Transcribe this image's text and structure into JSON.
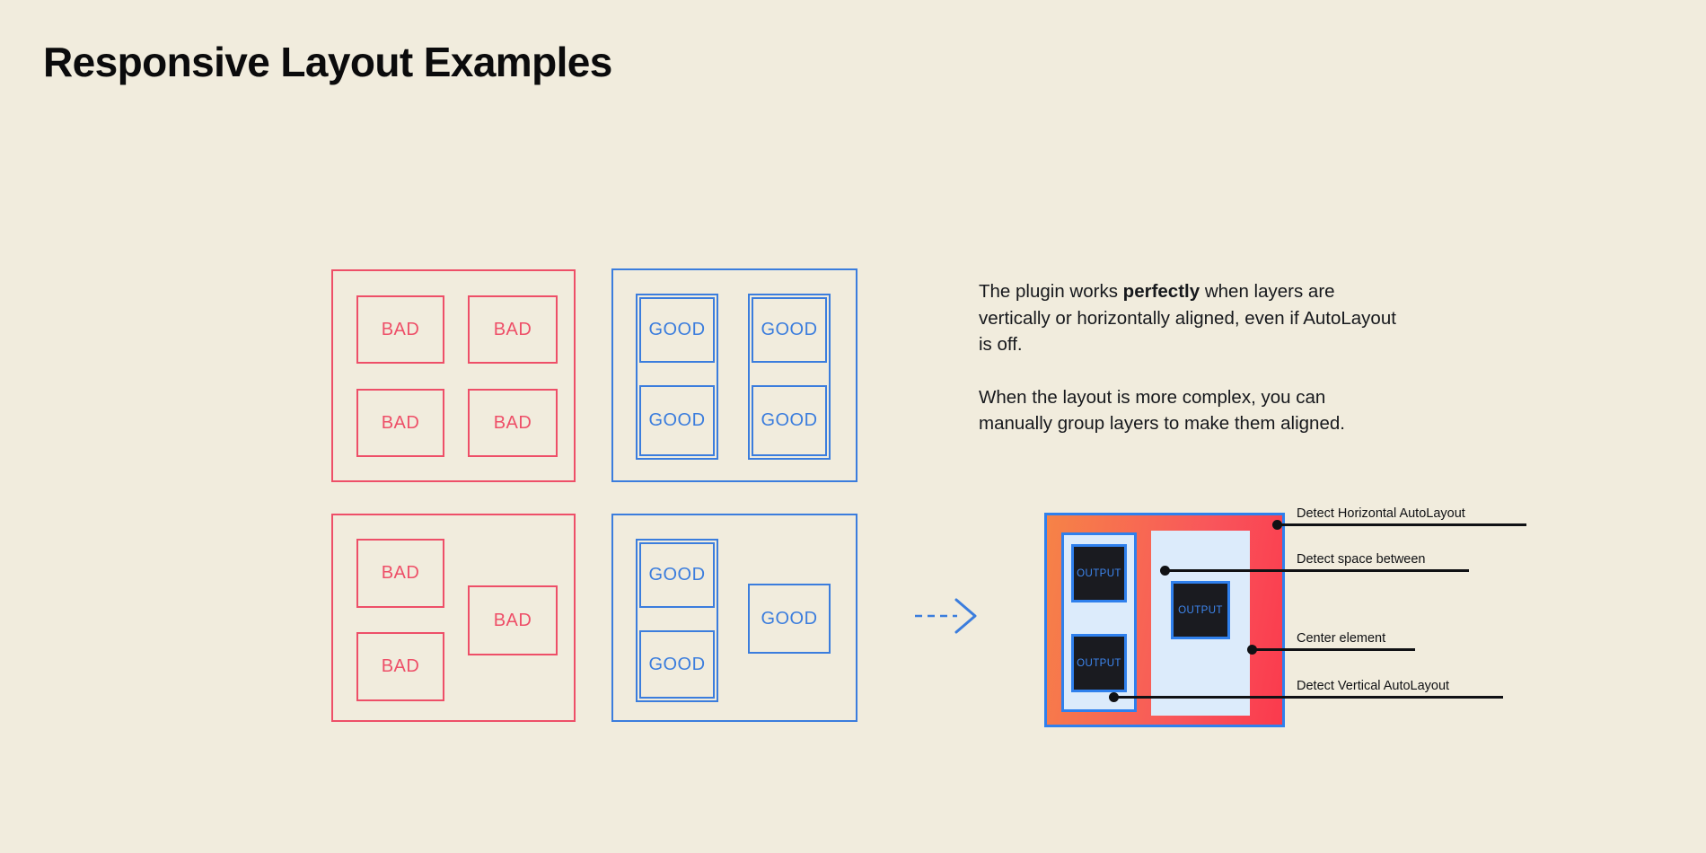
{
  "page": {
    "title": "Responsive Layout Examples",
    "background_color": "#f1ecdd",
    "title_color": "#0b0b0c"
  },
  "colors": {
    "bad": "#ee4f68",
    "good": "#3b7ddd",
    "accent_blue": "#2f80ed",
    "panel_light_blue": "#dcebfb",
    "output_bg": "#1a1b20",
    "output_text": "#3d86ef",
    "gradient_start": "#f68347",
    "gradient_end": "#fa3a4d",
    "annotation": "#101114"
  },
  "examples": {
    "bad_label": "BAD",
    "good_label": "GOOD",
    "panels": [
      {
        "name": "bad-grid-panel",
        "kind": "bad",
        "cells": [
          "BAD",
          "BAD",
          "BAD",
          "BAD"
        ]
      },
      {
        "name": "good-grid-panel",
        "kind": "good",
        "cells": [
          "GOOD",
          "GOOD",
          "GOOD",
          "GOOD"
        ]
      },
      {
        "name": "bad-complex-panel",
        "kind": "bad",
        "cells": [
          "BAD",
          "BAD",
          "BAD"
        ]
      },
      {
        "name": "good-complex-panel",
        "kind": "good",
        "cells": [
          "GOOD",
          "GOOD",
          "GOOD"
        ]
      }
    ]
  },
  "arrow": {
    "icon": "dashed-arrow-right-icon",
    "color": "#3b7ddd"
  },
  "copy": {
    "paragraph_1_a": "The plugin works ",
    "paragraph_1_bold": "perfectly",
    "paragraph_1_b": " when layers are vertically or horizontally aligned, even if AutoLayout is off.",
    "paragraph_2": "When the layout is more complex, you can manually group layers to make them aligned."
  },
  "diagram": {
    "name": "result-diagram",
    "output_label": "OUTPUT",
    "outputs": [
      "OUTPUT",
      "OUTPUT",
      "OUTPUT"
    ],
    "callouts": [
      {
        "label": "Detect Horizontal AutoLayout"
      },
      {
        "label": "Detect space between"
      },
      {
        "label": "Center element"
      },
      {
        "label": "Detect Vertical AutoLayout"
      }
    ]
  }
}
